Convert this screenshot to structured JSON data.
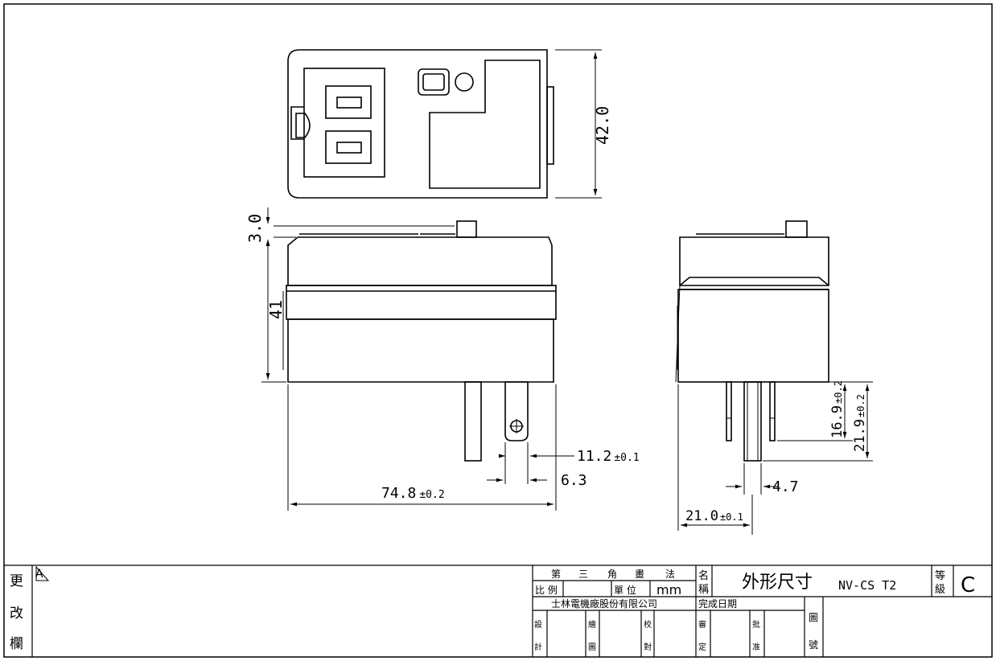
{
  "dimensions": {
    "height_top": "42.0",
    "pin_protrusion": "3.0",
    "body_height": "41",
    "width_main": "74.8",
    "width_main_tol": "±0.2",
    "pin_span": "11.2",
    "pin_span_tol": "±0.1",
    "pin_gap": "6.3",
    "side_pin_len": "16.9",
    "side_pin_len_tol": "±0.2",
    "ground_pin_len": "21.9",
    "ground_pin_len_tol": "±0.2",
    "pin_thickness": "4.7",
    "side_width": "21.0",
    "side_width_tol": "±0.1"
  },
  "title_block": {
    "revision_label_1": "更",
    "revision_label_2": "改",
    "revision_label_3": "欄",
    "revision_mark": "A",
    "projection_chars": [
      "第",
      "三",
      "角",
      "畫",
      "法"
    ],
    "scale_label": "比 例",
    "unit_label": "單 位",
    "unit_value": "mm",
    "name_label_1": "名",
    "name_label_2": "稱",
    "drawing_title": "外形尺寸",
    "model": "NV-CS T2",
    "grade_label_1": "等",
    "grade_label_2": "級",
    "grade_value": "C",
    "company": "士林電機廠股份有限公司",
    "completion_date_label": "完成日期",
    "design_label_1": "設",
    "design_label_2": "計",
    "draw_label_1": "繪",
    "draw_label_2": "圖",
    "check_label_1": "校",
    "check_label_2": "對",
    "review_label_1": "審",
    "review_label_2": "定",
    "approve_label_1": "批",
    "approve_label_2": "准",
    "drawing_no_label_1": "圖",
    "drawing_no_label_2": "號"
  }
}
